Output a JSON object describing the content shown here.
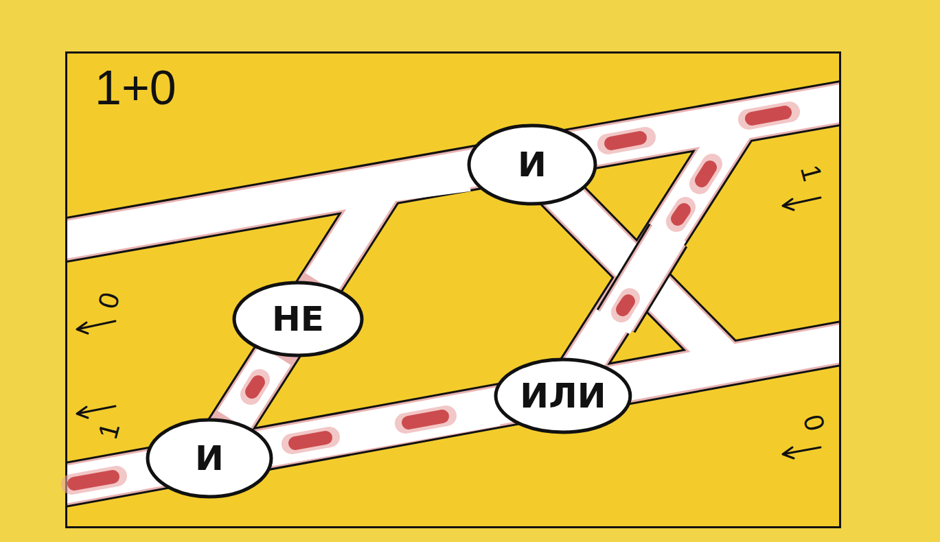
{
  "diagram": {
    "title": "1+0",
    "nodes": [
      {
        "text": [
          "И"
        ]
      },
      {
        "text": [
          "НЕ"
        ]
      },
      {
        "text": [
          "ИЛИ"
        ]
      },
      {
        "text": [
          "И"
        ]
      }
    ],
    "edges": [
      {
        "from": 0,
        "to": 1,
        "arrow": "none"
      },
      {
        "from": 1,
        "to": 3,
        "arrow": "none"
      },
      {
        "from": 2,
        "to": 3,
        "arrow": "none"
      }
    ],
    "labels": [
      "1",
      "0",
      "1",
      "0"
    ]
  }
}
